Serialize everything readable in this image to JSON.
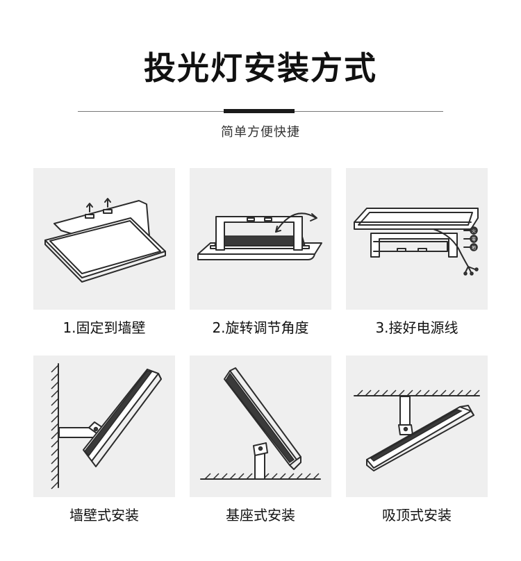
{
  "header": {
    "title": "投光灯安装方式",
    "subtitle": "简单方便快捷"
  },
  "steps": [
    {
      "label": "1.固定到墙壁",
      "icon": "wall-fix-illustration"
    },
    {
      "label": "2.旋转调节角度",
      "icon": "rotate-angle-illustration"
    },
    {
      "label": "3.接好电源线",
      "icon": "power-wiring-illustration"
    }
  ],
  "mounts": [
    {
      "label": "墙壁式安装",
      "icon": "wall-mount-illustration"
    },
    {
      "label": "基座式安装",
      "icon": "base-mount-illustration"
    },
    {
      "label": "吸顶式安装",
      "icon": "ceiling-mount-illustration"
    }
  ],
  "wiring_labels": [
    "火",
    "零",
    "地"
  ],
  "colors": {
    "card_background": "#efefef",
    "line": "#2b2b2b",
    "accent_bar": "#1a1a1a"
  }
}
